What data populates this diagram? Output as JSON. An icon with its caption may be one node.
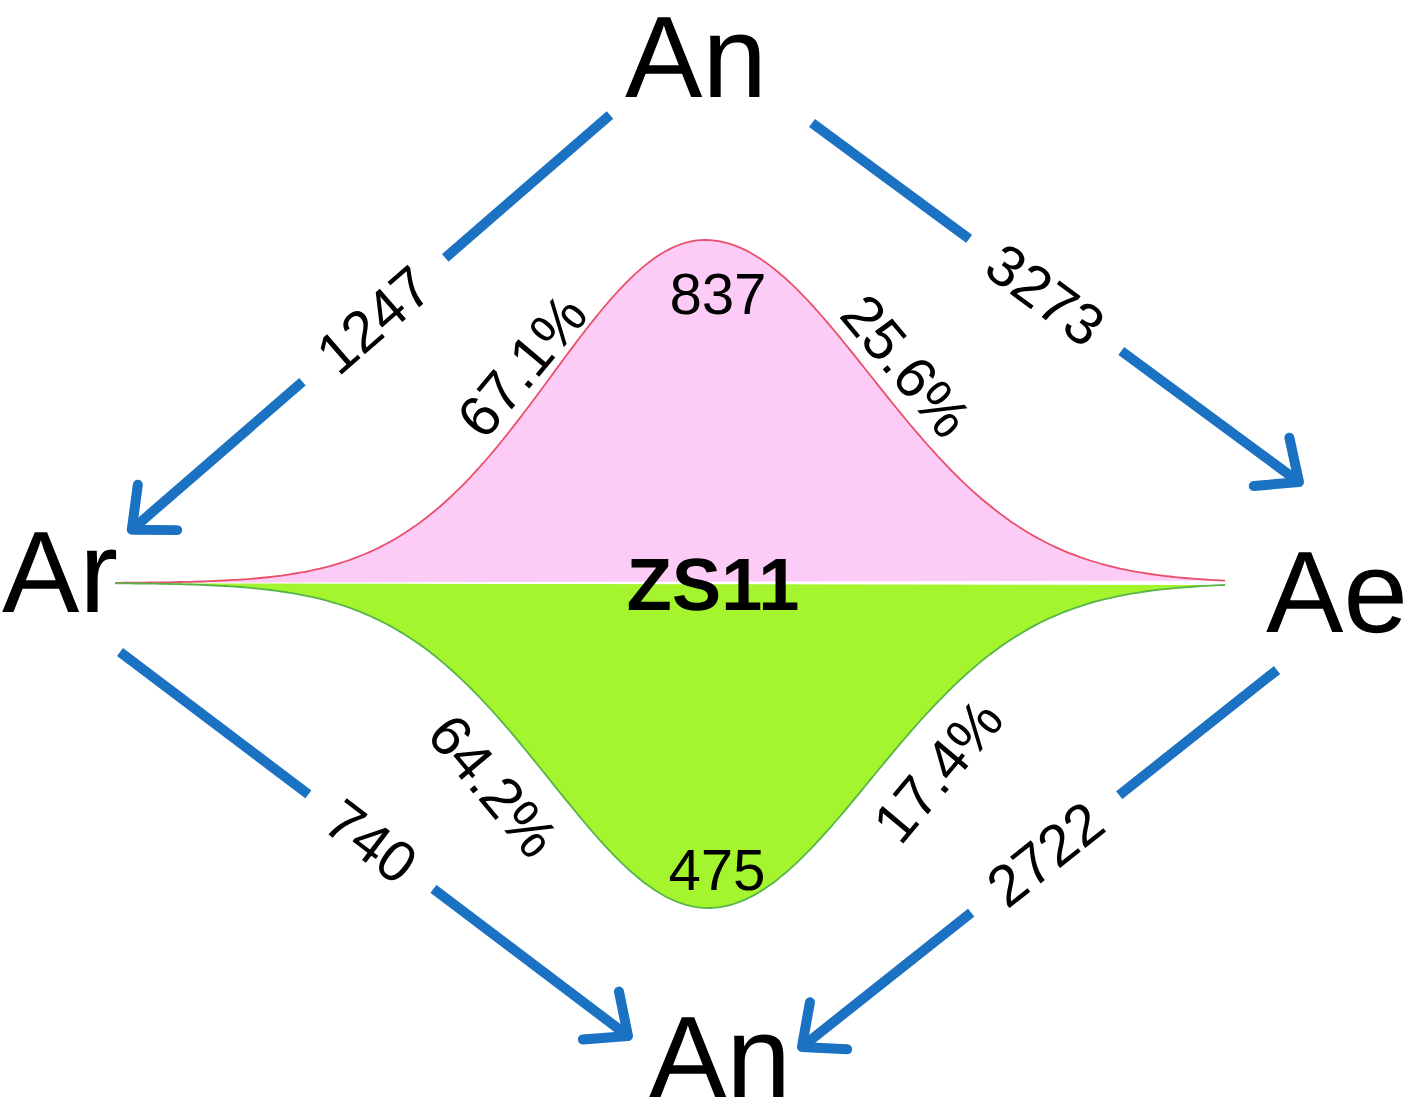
{
  "diagram": {
    "nodes": [
      {
        "text": [
          "An"
        ]
      },
      {
        "text": [
          "Ar"
        ]
      },
      {
        "text": [
          "Ae"
        ]
      },
      {
        "text": [
          "An"
        ]
      },
      {
        "text": [
          "837"
        ],
        "beside": [
          "67.1%",
          "25.6%"
        ]
      },
      {
        "text": [
          "475"
        ],
        "beside": [
          "64.2%",
          "17.4%"
        ]
      }
    ],
    "edges": [
      {
        "from": 0,
        "to": 1,
        "arrow": "to",
        "label": "1247"
      },
      {
        "from": 0,
        "to": 2,
        "arrow": "to",
        "label": "3273"
      },
      {
        "from": 1,
        "to": 3,
        "arrow": "to",
        "label": "740"
      },
      {
        "from": 2,
        "to": 3,
        "arrow": "to",
        "label": "2722"
      }
    ],
    "labels": [
      "ZS11"
    ]
  }
}
